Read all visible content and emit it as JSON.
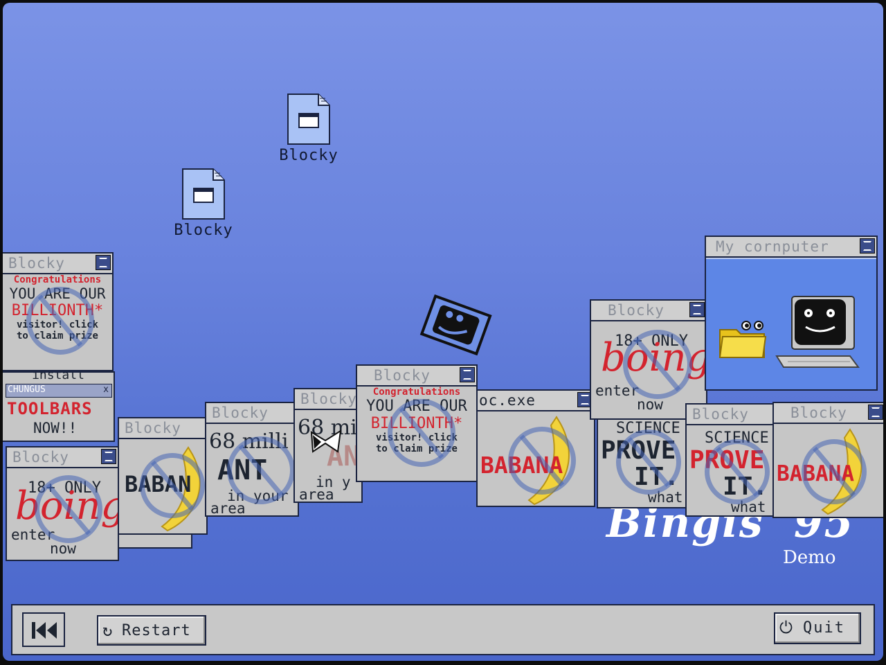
{
  "desktop_icons": [
    {
      "label": "Blocky",
      "icon": "file-window-icon"
    },
    {
      "label": "Blocky",
      "icon": "file-window-icon"
    }
  ],
  "windows": {
    "blocky_title": "Blocky",
    "my_computer_title": "My cornputer",
    "oc_exe_title": "oc.exe",
    "chungus_title": "CHUNGUS"
  },
  "ads": {
    "congrats": {
      "l1": "Congratulations",
      "l2": "YOU ARE OUR",
      "l3": "BILLIONTH*",
      "l4": "visitor! click",
      "l5": "to claim prize"
    },
    "adult": {
      "l1": "18+ ONLY",
      "l2": "boing",
      "l3": "enter",
      "l4": "now"
    },
    "banana": {
      "text": "BABANA",
      "short": "BABAN"
    },
    "ants": {
      "l1": "68 milli",
      "l2": "ANT",
      "l3": "in your",
      "l4": "area now!!",
      "short1": "68 mi",
      "short2": "AN",
      "short3": "in y"
    },
    "toolbars": {
      "l0": "install",
      "l1": "TOOLBARS",
      "l2": "NOW!!"
    },
    "science": {
      "l1": "SCIENCE",
      "l2": "PROVE",
      "l3": "IT.",
      "l4": "what"
    }
  },
  "logo": {
    "title": "Bingis '95",
    "subtitle": "Demo"
  },
  "taskbar": {
    "rewind_icon": "rewind-icon",
    "restart_label": "Restart",
    "quit_label": "Quit"
  },
  "colors": {
    "desktop_top": "#7b93e6",
    "desktop_bottom": "#4a66cb",
    "ad_red": "#d3232e",
    "banana_yellow": "#f2d33a"
  }
}
